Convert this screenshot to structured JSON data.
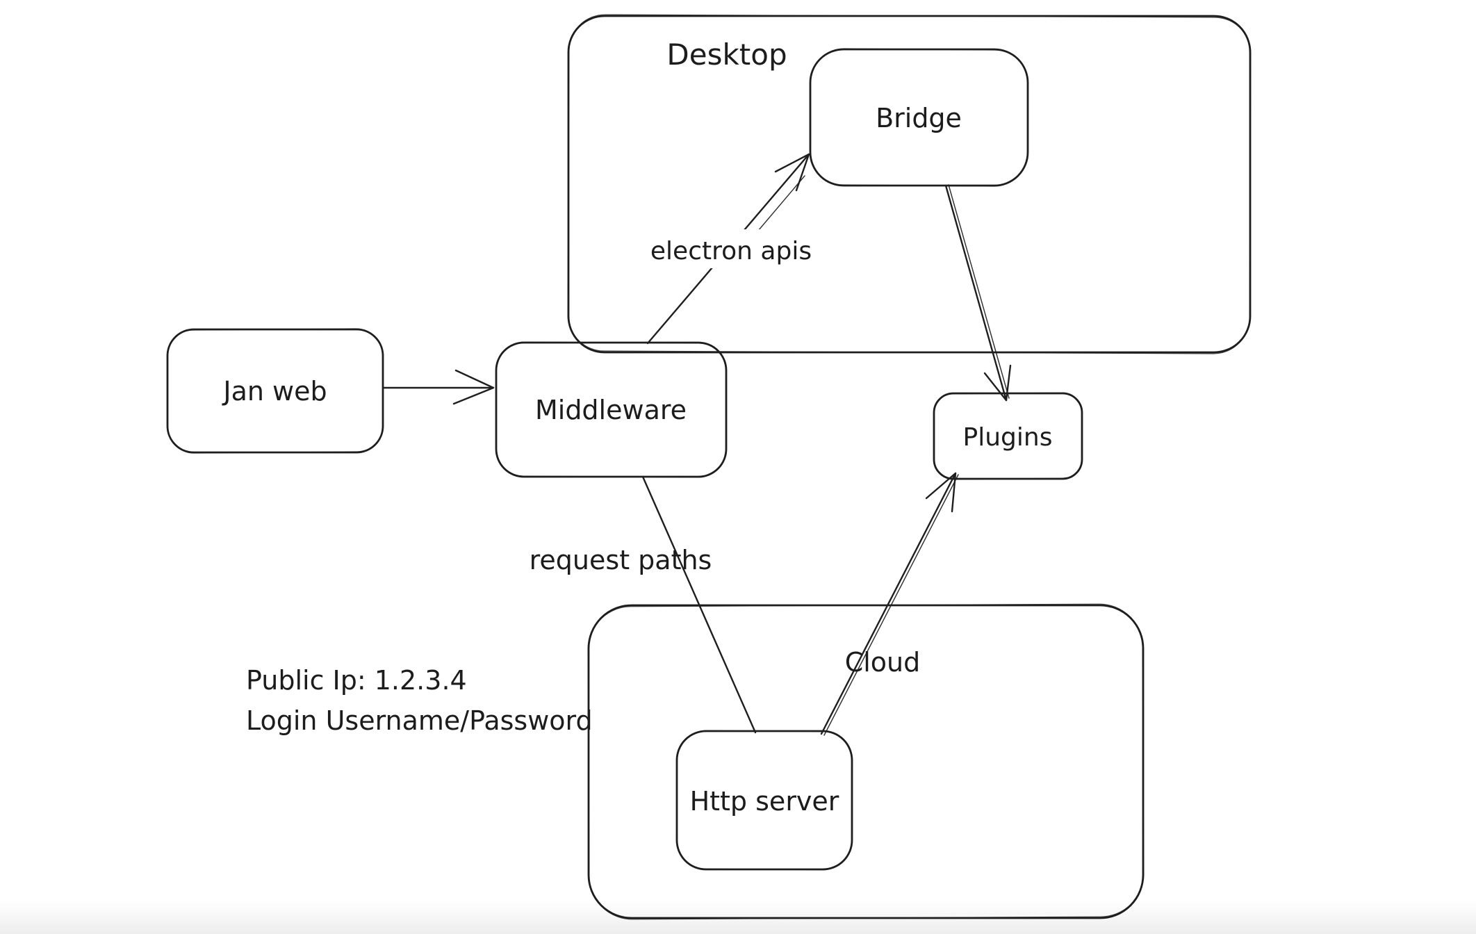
{
  "colors": {
    "stroke": "#1e1e1e",
    "background": "#ffffff"
  },
  "containers": {
    "desktop": {
      "label": "Desktop"
    },
    "cloud": {
      "label": "Cloud"
    }
  },
  "nodes": {
    "jan_web": {
      "label": "Jan web"
    },
    "middleware": {
      "label": "Middleware"
    },
    "bridge": {
      "label": "Bridge"
    },
    "plugins": {
      "label": "Plugins"
    },
    "http_server": {
      "label": "Http server"
    }
  },
  "edges": [
    {
      "from": "Jan web",
      "to": "Middleware",
      "label": ""
    },
    {
      "from": "Middleware",
      "to": "Bridge",
      "label": "electron apis"
    },
    {
      "from": "Bridge",
      "to": "Plugins",
      "label": ""
    },
    {
      "from": "Middleware",
      "to": "Http server",
      "label": "request paths"
    },
    {
      "from": "Http server",
      "to": "Plugins",
      "label": ""
    }
  ],
  "notes": {
    "line1": "Public Ip: 1.2.3.4",
    "line2": "Login Username/Password"
  }
}
